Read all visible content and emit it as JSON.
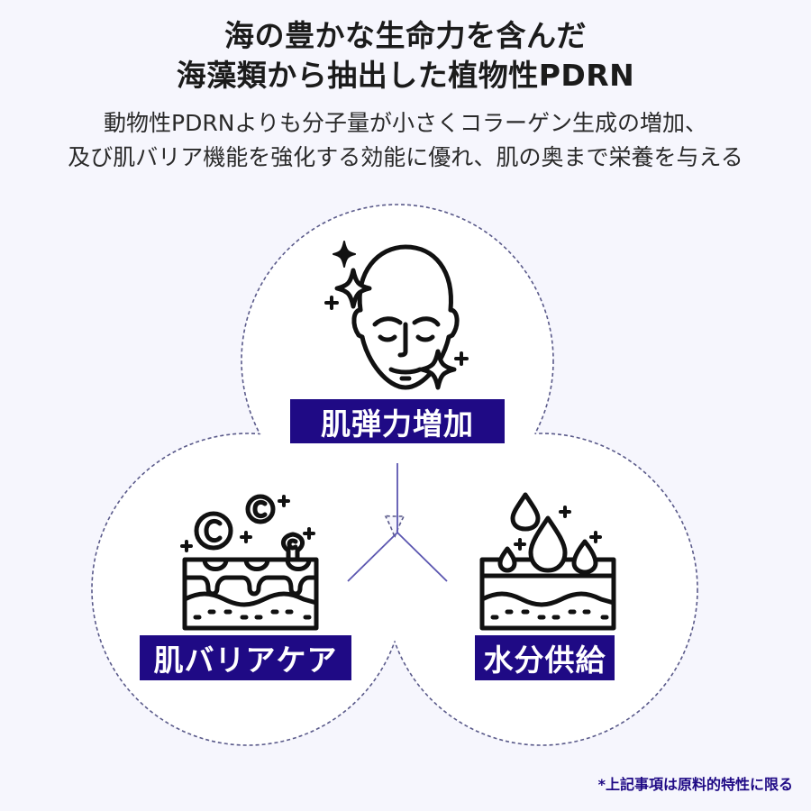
{
  "headline": {
    "line1": "海の豊かな生命力を含んだ",
    "line2": "海藻類から抽出した植物性PDRN"
  },
  "subtext": {
    "line1": "動物性PDRNよりも分子量が小さくコラーゲン生成の増加、",
    "line2": "及び肌バリア機能を強化する効能に優れ、肌の奥まで栄養を与える"
  },
  "benefits": [
    {
      "label": "肌弾力増加",
      "icon": "face-sparkle-icon"
    },
    {
      "label": "肌バリアケア",
      "icon": "skin-barrier-icon"
    },
    {
      "label": "水分供給",
      "icon": "skin-hydration-icon"
    }
  ],
  "footnote": "*上記事項は原料的特性に限る",
  "colors": {
    "background": "#f6f6fd",
    "circle_fill": "#ffffff",
    "label_bg": "#1f0a85",
    "dash_stroke": "#5a5a8a",
    "connector": "#5b56b0"
  }
}
